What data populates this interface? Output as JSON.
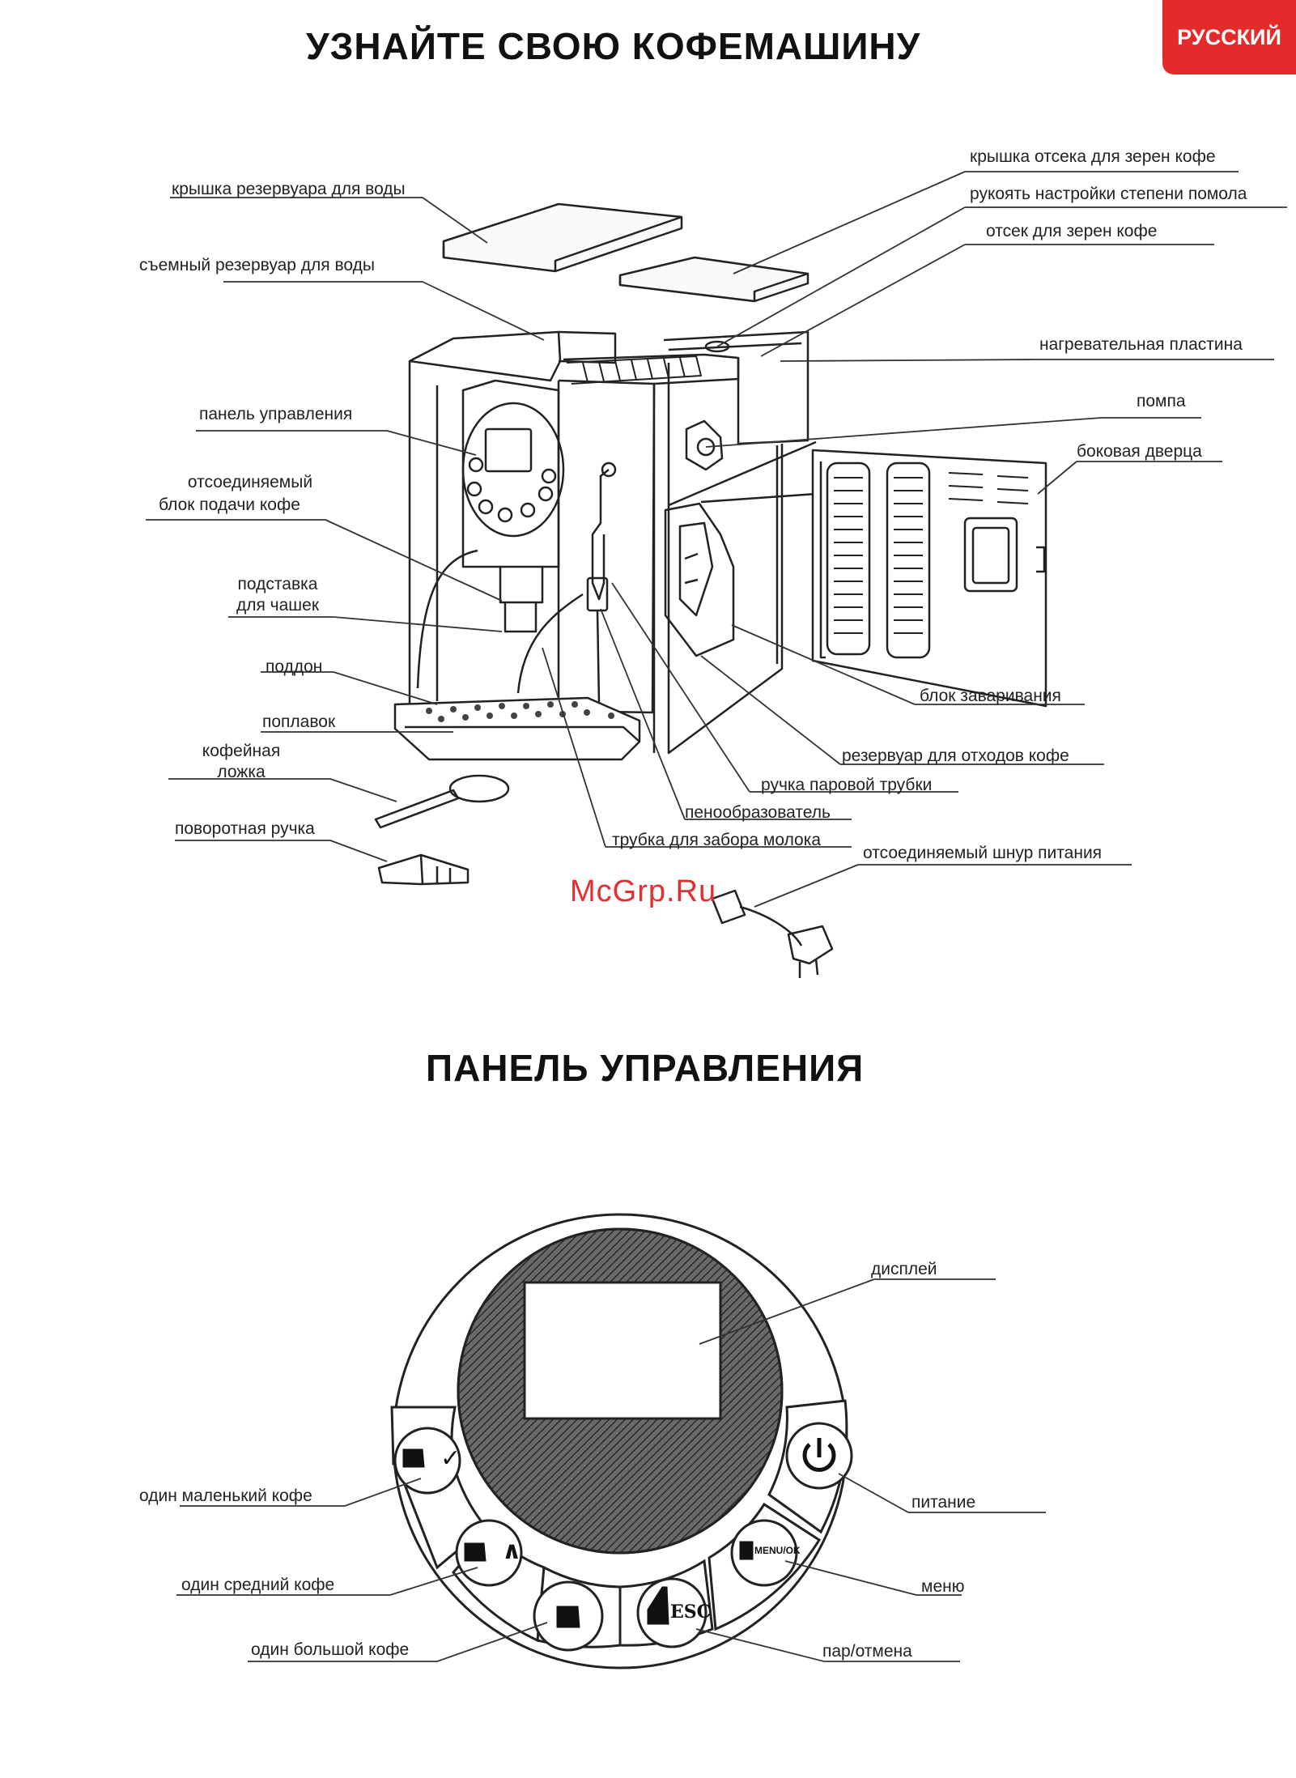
{
  "header": {
    "title": "УЗНАЙТЕ СВОЮ КОФЕМАШИНУ",
    "language_badge": "РУССКИЙ"
  },
  "machine_labels": {
    "water_tank_lid": "крышка резервуара для воды",
    "removable_water_tank": "съемный резервуар для воды",
    "control_panel": "панель управления",
    "detachable_dispenser_line1": "отсоединяемый",
    "detachable_dispenser_line2": "блок подачи кофе",
    "cup_stand_line1": "подставка",
    "cup_stand_line2": "для чашек",
    "drip_tray": "поддон",
    "float": "поплавок",
    "coffee_spoon_line1": "кофейная",
    "coffee_spoon_line2": "ложка",
    "rotary_handle": "поворотная ручка",
    "bean_compartment_lid": "крышка отсека для зерен кофе",
    "grind_knob": "рукоять настройки степени помола",
    "bean_compartment": "отсек для зерен кофе",
    "heating_plate": "нагревательная пластина",
    "pump": "помпа",
    "side_door": "боковая дверца",
    "brewing_unit": "блок заваривания",
    "waste_container": "резервуар для отходов кофе",
    "steam_pipe_handle": "ручка паровой трубки",
    "frother": "пенообразователь",
    "milk_pipe": "трубка для забора молока",
    "power_cord": "отсоединяемый шнур питания"
  },
  "watermark": "McGrp.Ru",
  "panel": {
    "title": "ПАНЕЛЬ УПРАВЛЕНИЯ",
    "labels": {
      "display": "дисплей",
      "power": "питание",
      "menu": "меню",
      "steam_cancel": "пар/отмена",
      "small_coffee": "один маленький кофе",
      "medium_coffee": "один средний кофе",
      "large_coffee": "один большой кофе"
    },
    "button_glyphs": {
      "small_coffee": "✓",
      "medium_coffee": "∧",
      "steam_cancel": "ESC",
      "menu": "MENU/OK",
      "power": "power-icon"
    }
  }
}
